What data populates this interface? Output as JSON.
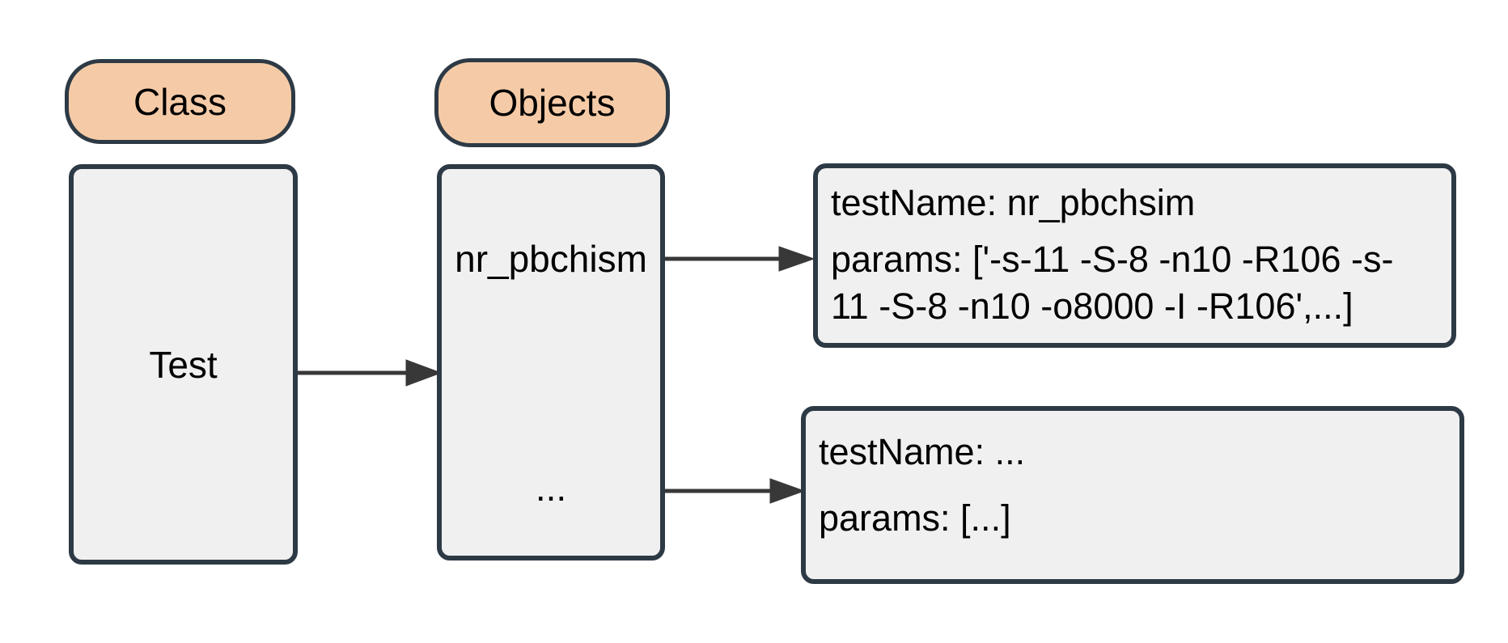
{
  "legend": {
    "class_label": "Class",
    "objects_label": "Objects"
  },
  "nodes": {
    "test": {
      "label": "Test"
    },
    "objects": {
      "instance_label": "nr_pbchism",
      "more_label": "..."
    }
  },
  "details": {
    "card1": {
      "test_name_line": "testName: nr_pbchsim",
      "params_lines": [
        "params: ['-s-11 -S-8 -n10 -R106 -s-",
        "11 -S-8 -n10 -o8000 -I -R106',...]"
      ]
    },
    "card2": {
      "test_name_line": "testName: ...",
      "params_line": "params: [...]"
    }
  },
  "colors": {
    "pill_fill": "#f5cba7",
    "node_fill": "#f0f0f0",
    "border": "#2d3a45",
    "arrow": "#383838",
    "text": "#000000",
    "background": "#ffffff"
  }
}
